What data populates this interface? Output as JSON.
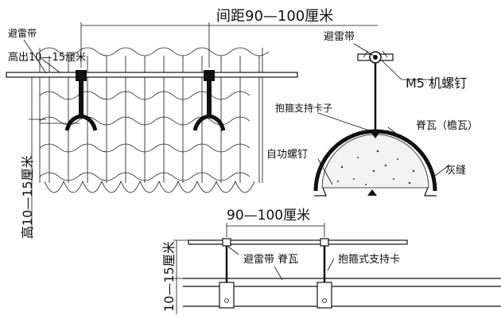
{
  "labels": {
    "spacing_top": "间距90—100厘米",
    "lightning_strip_topleft": "避雷带",
    "height_above": "高出10—15厘米",
    "lightning_strip_right": "避雷带",
    "m5_bolt": "M5 机螺钉",
    "hoop_clip": "抱箍支持卡子",
    "ridge_tile": "脊瓦（檐瓦）",
    "self_tapping_screw": "自功螺钉",
    "mortar_joint": "灰缝",
    "height_vertical": "高10—15厘米",
    "spacing_bottom": "90—100厘米",
    "height_bottom_vertical": "10—15厘米",
    "strip_and_ridge": "避雷带 脊瓦",
    "hoop_support": "抱箍式支持卡"
  }
}
